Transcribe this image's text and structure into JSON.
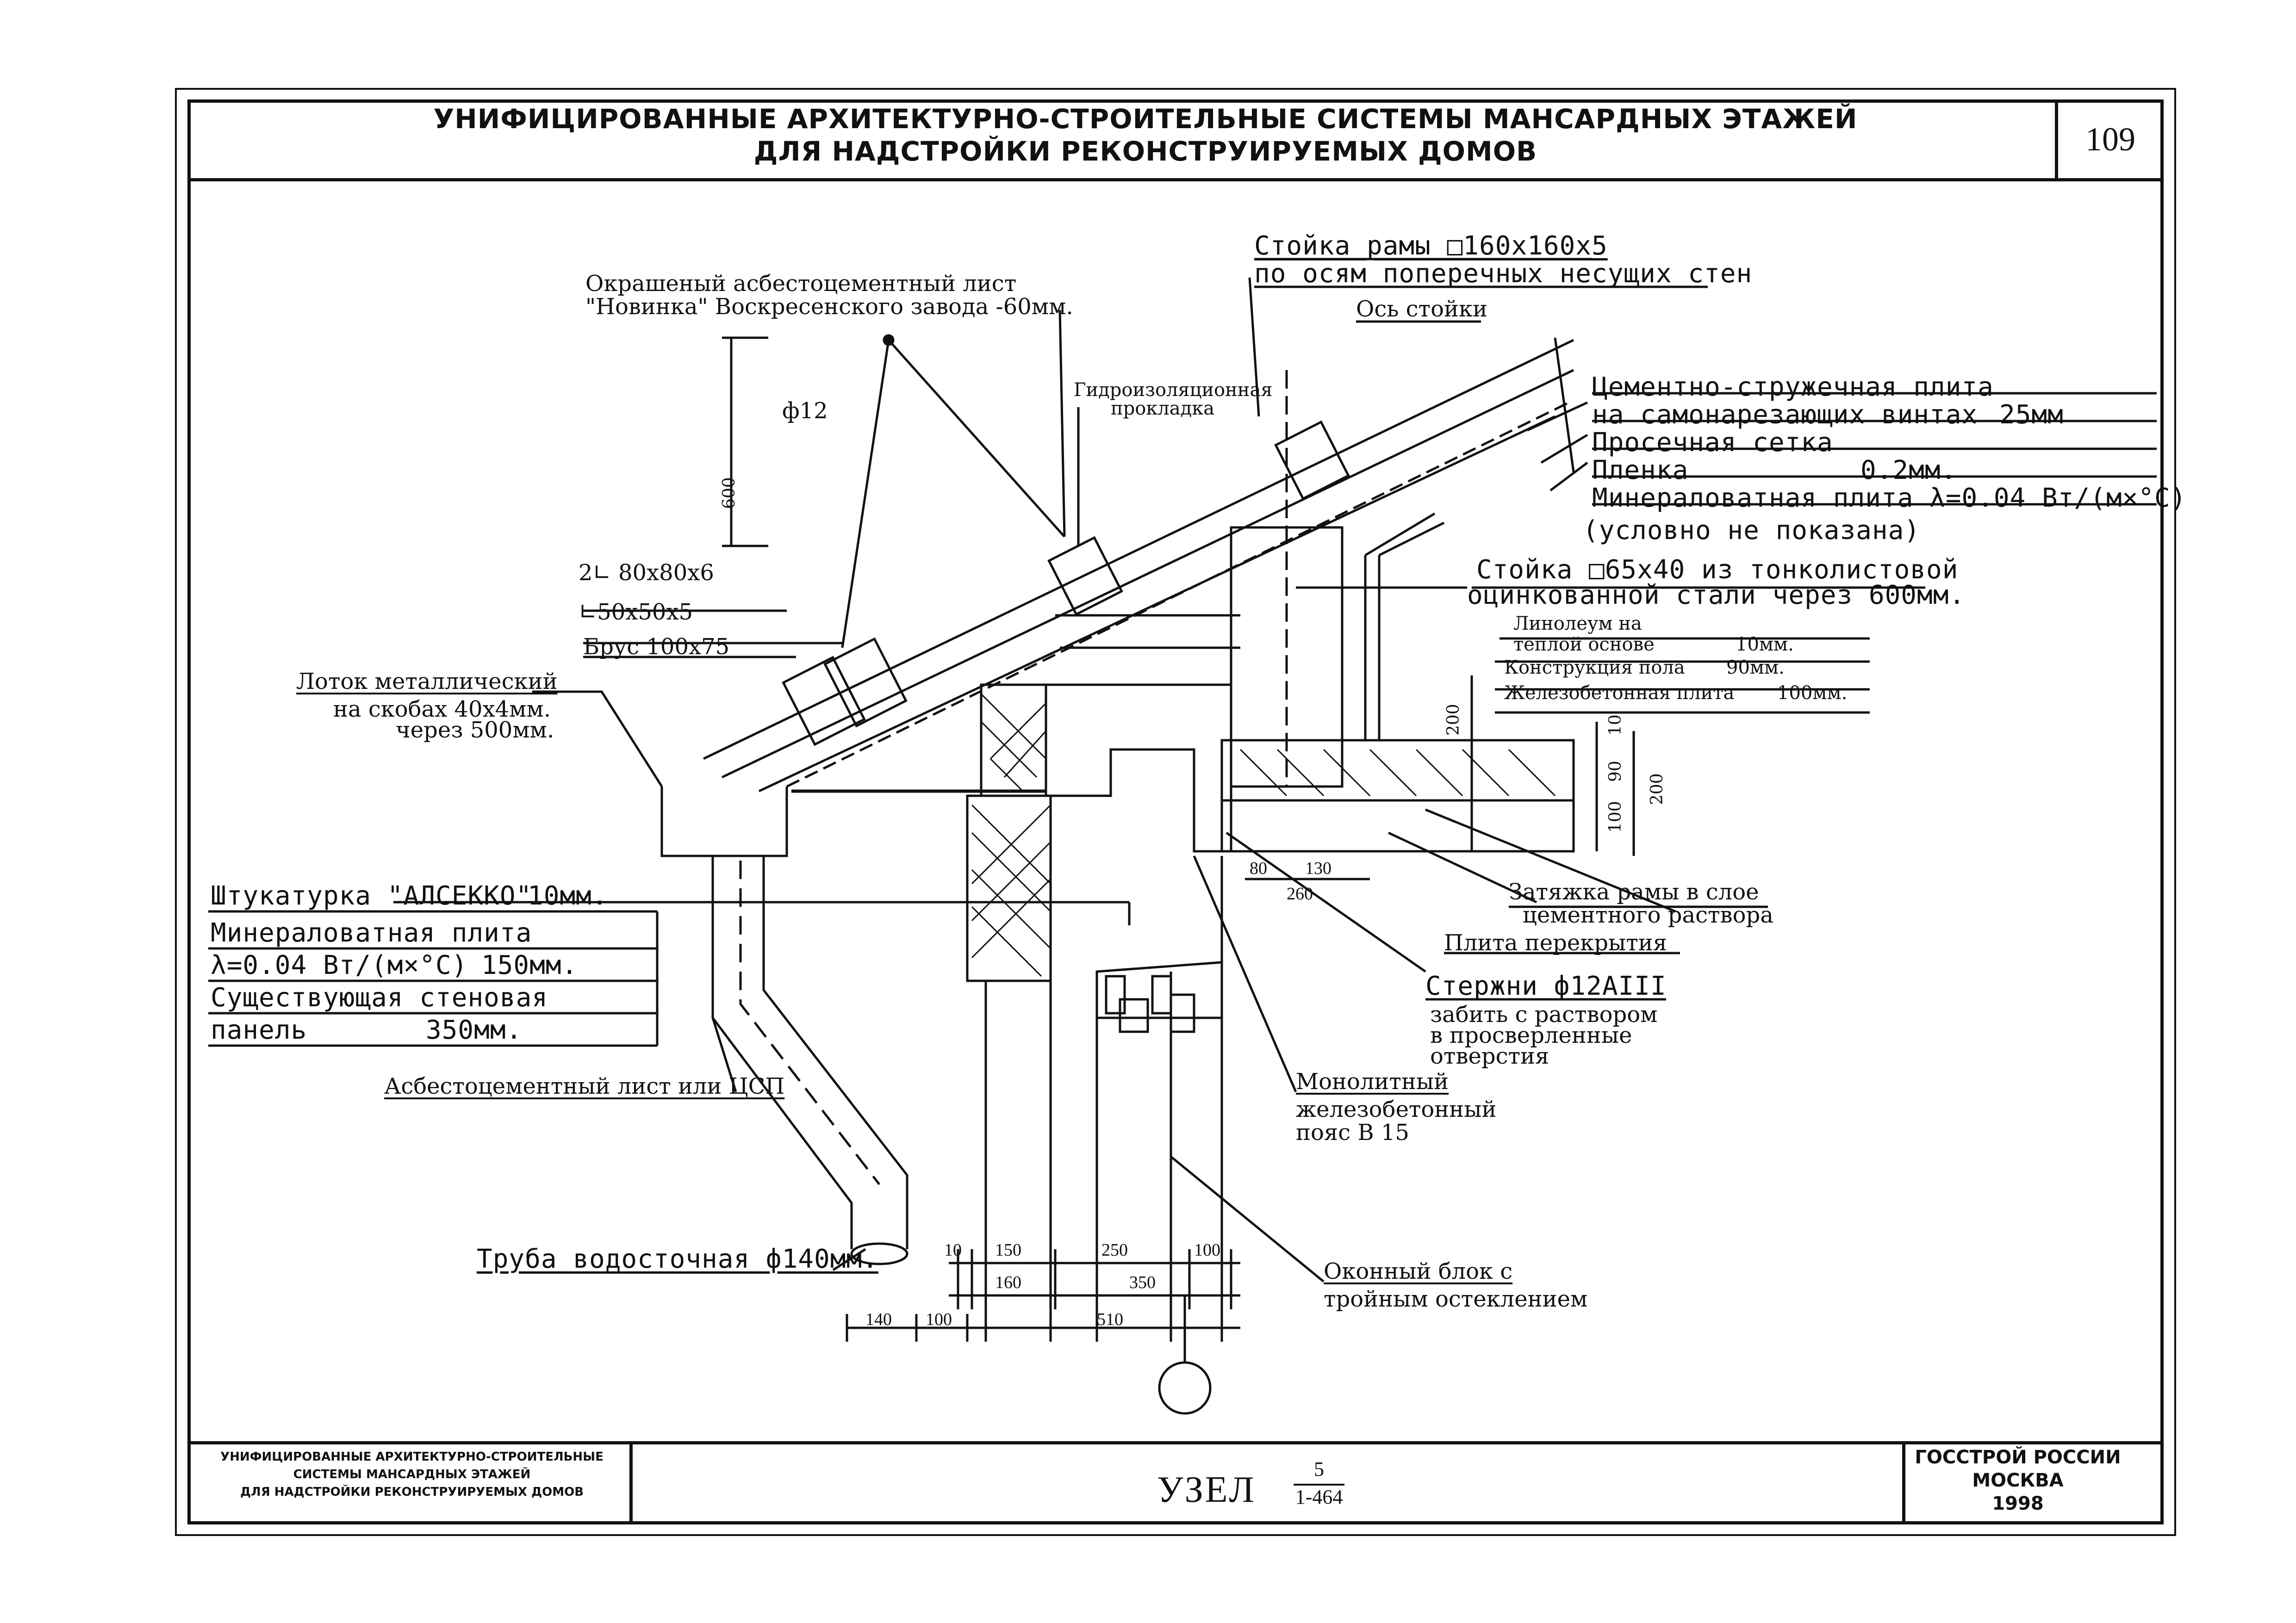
{
  "header": {
    "title_line1": "УНИФИЦИРОВАННЫЕ АРХИТЕКТУРНО-СТРОИТЕЛЬНЫЕ СИСТЕМЫ МАНСАРДНЫХ ЭТАЖЕЙ",
    "title_line2": "ДЛЯ НАДСТРОЙКИ РЕКОНСТРУИРУЕМЫХ ДОМОВ",
    "page_number": "109"
  },
  "callouts": {
    "frame_post_1": "Стойка рамы □160х160х5",
    "frame_post_2": "по осям поперечных несущих стен",
    "post_axis": "Ось стойки",
    "asbestos_sheet_1": "Окрашеный асбестоцементный лист",
    "asbestos_sheet_2": "\"Новинка\" Воскресенского завода -60мм.",
    "waterproof_1": "Гидроизоляционная",
    "waterproof_2": "прокладка",
    "rod_diam": "ф12",
    "height_600": "600",
    "angle_2l": "2∟ 80х80х6",
    "angle_l": "∟50х50х5",
    "beam": "Брус 100х75",
    "gutter_1": "Лоток металлический",
    "gutter_2": "на скобах 40х4мм.",
    "gutter_3": "через 500мм.",
    "particle_board_1": "Цементно-стружечная плита",
    "particle_board_2": "на самонарезающих винтах",
    "particle_board_thk": "25мм",
    "mesh": "Просечная сетка",
    "film": "Пленка",
    "film_thk": "0.2мм.",
    "mineral_roof": "Минераловатная плита λ=0.04 Вт/(м×°С)",
    "not_shown": "(условно не показана)",
    "stud_1": "Стойка □65х40 из тонколистовой",
    "stud_2": "оцинкованной стали через 600мм.",
    "linoleum_1": "Линолеум на",
    "linoleum_2": "теплой основе",
    "linoleum_thk": "10мм.",
    "floor_constr": "Конструкция пола",
    "floor_constr_thk": "90мм.",
    "rc_slab": "Железобетонная плита",
    "rc_slab_thk": "100мм.",
    "plaster": "Штукатурка \"АЛСЕККО\"",
    "plaster_thk": "10мм.",
    "mineral_wall_1": "Минераловатная плита",
    "mineral_wall_2": "λ=0.04 Вт/(м×°С)",
    "mineral_wall_thk": "150мм.",
    "existing_panel_1": "Существующая стеновая",
    "existing_panel_2": "панель",
    "existing_panel_thk": "350мм.",
    "tie_1": "Затяжка рамы в слое",
    "tie_2": "цементного раствора",
    "floor_slab": "Плита перекрытия",
    "rods_1": "Стержни ф12АIII",
    "rods_2": "забить с раствором",
    "rods_3": "в просверленные",
    "rods_4": "отверстия",
    "asbestos_or_csp": "Асбестоцементный лист или ЦСП",
    "monolithic_1": "Монолитный",
    "monolithic_2": "железобетонный",
    "monolithic_3": "пояс В 15",
    "downpipe": "Труба водосточная ф140мм.",
    "window_1": "Оконный блок с",
    "window_2": "тройным остеклением"
  },
  "dimensions": {
    "d200_floor": "200",
    "d10": "10",
    "d90": "90",
    "d100": "100",
    "d200_right": "200",
    "d80": "80",
    "d130": "130",
    "d260": "260",
    "b10": "10",
    "b150": "150",
    "b250": "250",
    "b100": "100",
    "b160": "160",
    "b350": "350",
    "b140": "140",
    "b100b": "100",
    "b510": "510"
  },
  "title_block": {
    "left_line1": "УНИФИЦИРОВАННЫЕ АРХИТЕКТУРНО-СТРОИТЕЛЬНЫЕ",
    "left_line2": "СИСТЕМЫ МАНСАРДНЫХ ЭТАЖЕЙ",
    "left_line3": "ДЛЯ НАДСТРОЙКИ РЕКОНСТРУИРУЕМЫХ ДОМОВ",
    "node": "УЗЕЛ",
    "node_numerator": "5",
    "node_denominator": "1-464",
    "org_line1": "ГОССТРОЙ РОССИИ",
    "org_line2": "МОСКВА",
    "org_line3": "1998"
  }
}
